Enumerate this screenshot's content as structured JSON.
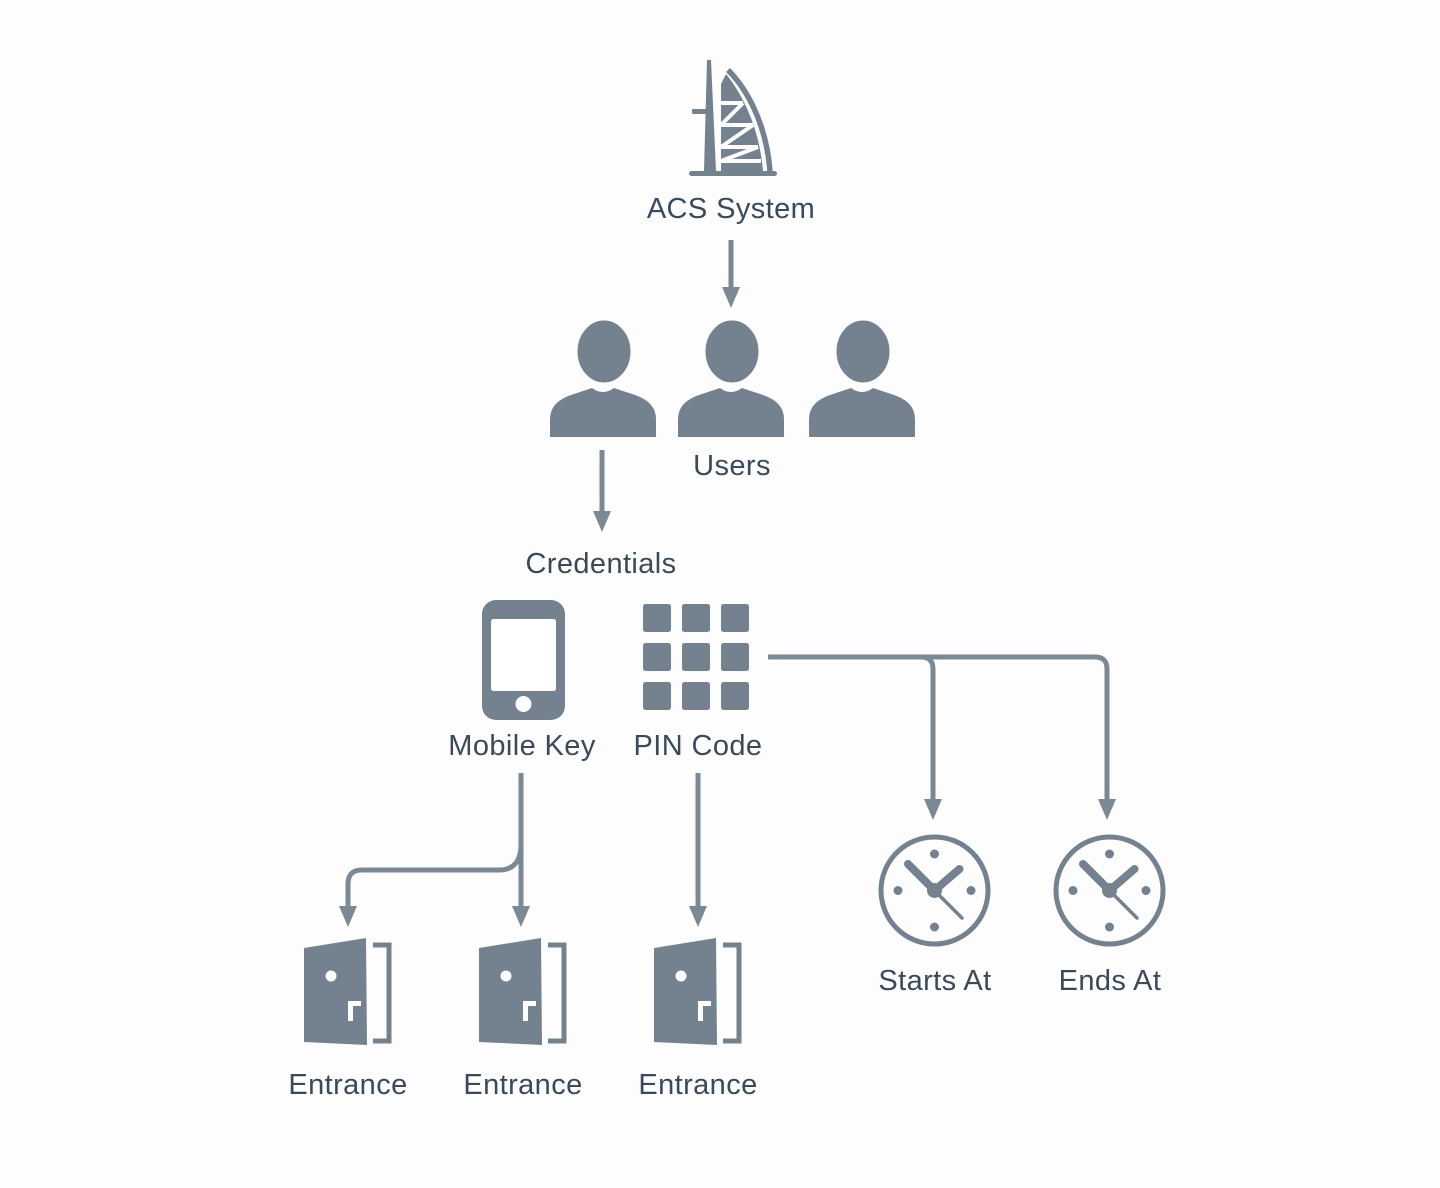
{
  "diagram": {
    "type": "access-control-flow",
    "background_color": "#FDFDFE",
    "colors": {
      "icon": "#74828F",
      "line": "#7B8995",
      "text": "#394A5C"
    },
    "nodes": {
      "acs": {
        "label": "ACS System",
        "icon": "burj-building-icon"
      },
      "users": {
        "label": "Users",
        "icon": "user-group-icon"
      },
      "credentials": {
        "label": "Credentials"
      },
      "mobile_key": {
        "label": "Mobile Key",
        "icon": "smartphone-icon"
      },
      "pin_code": {
        "label": "PIN Code",
        "icon": "keypad-icon"
      },
      "starts_at": {
        "label": "Starts At",
        "icon": "clock-icon"
      },
      "ends_at": {
        "label": "Ends At",
        "icon": "clock-icon"
      },
      "entrance_1": {
        "label": "Entrance",
        "icon": "open-door-icon"
      },
      "entrance_2": {
        "label": "Entrance",
        "icon": "open-door-icon"
      },
      "entrance_3": {
        "label": "Entrance",
        "icon": "open-door-icon"
      }
    },
    "edges": [
      {
        "from": "acs",
        "to": "users"
      },
      {
        "from": "users",
        "to": "credentials"
      },
      {
        "from": "mobile_key",
        "to": "entrance_1"
      },
      {
        "from": "mobile_key",
        "to": "entrance_2"
      },
      {
        "from": "pin_code",
        "to": "entrance_3"
      },
      {
        "from": "pin_code",
        "to": "starts_at"
      },
      {
        "from": "pin_code",
        "to": "ends_at"
      }
    ]
  }
}
